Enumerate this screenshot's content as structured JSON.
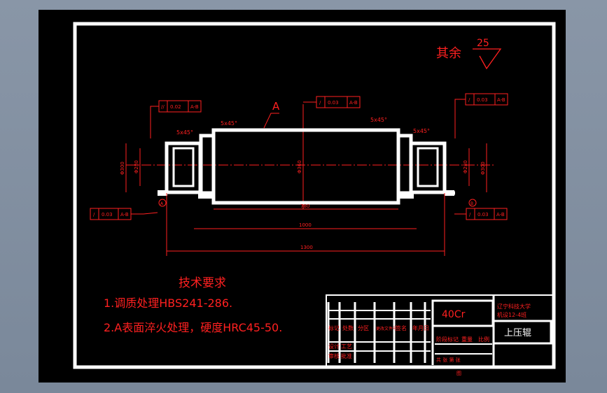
{
  "drawing": {
    "surface_note": "其余",
    "roughness_value": "25",
    "datum_label": "A",
    "datum_a": "A",
    "datum_b": "B",
    "chamfers": [
      "5x45°",
      "5x45°",
      "5x45°",
      "5x45°"
    ],
    "tolerance_frames": [
      {
        "sym": "//",
        "value": "0.02",
        "datum": "A-B"
      },
      {
        "sym": "/",
        "value": "0.03",
        "datum": "A-B"
      },
      {
        "sym": "/",
        "value": "0.03",
        "datum": "A-B"
      },
      {
        "sym": "/",
        "value": "0.03",
        "datum": "A-B"
      },
      {
        "sym": "/",
        "value": "0.03",
        "datum": "A-B"
      }
    ],
    "dims": {
      "d_left": "Φ300",
      "d_right": "Φ300",
      "d_body": "Φ360",
      "d_left2": "Φ280",
      "d_right2": "Φ280",
      "len_body": "780",
      "len_mid": "1000",
      "len_total": "1300"
    }
  },
  "notes": {
    "heading": "技术要求",
    "item1": "1.调质处理HBS241-286.",
    "item2": "2.A表面淬火处理，硬度HRC45-50."
  },
  "title_block": {
    "material": "40Cr",
    "school_line1": "辽宁科技大学",
    "school_line2": "机设12-4班",
    "part_name": "上压辊",
    "header_cells": [
      "标记",
      "处数",
      "分区",
      "更改文件号",
      "签名",
      "年月日"
    ],
    "scale_row": [
      "阶段标记",
      "重量",
      "比例"
    ],
    "design_cells": [
      "设计",
      "审核",
      "工艺",
      "批准"
    ],
    "sheet_info": "共 张 第 张",
    "sheet_label": "图"
  },
  "colors": {
    "line": "#ffffff",
    "annot": "#ff2020",
    "background": "#000000"
  }
}
